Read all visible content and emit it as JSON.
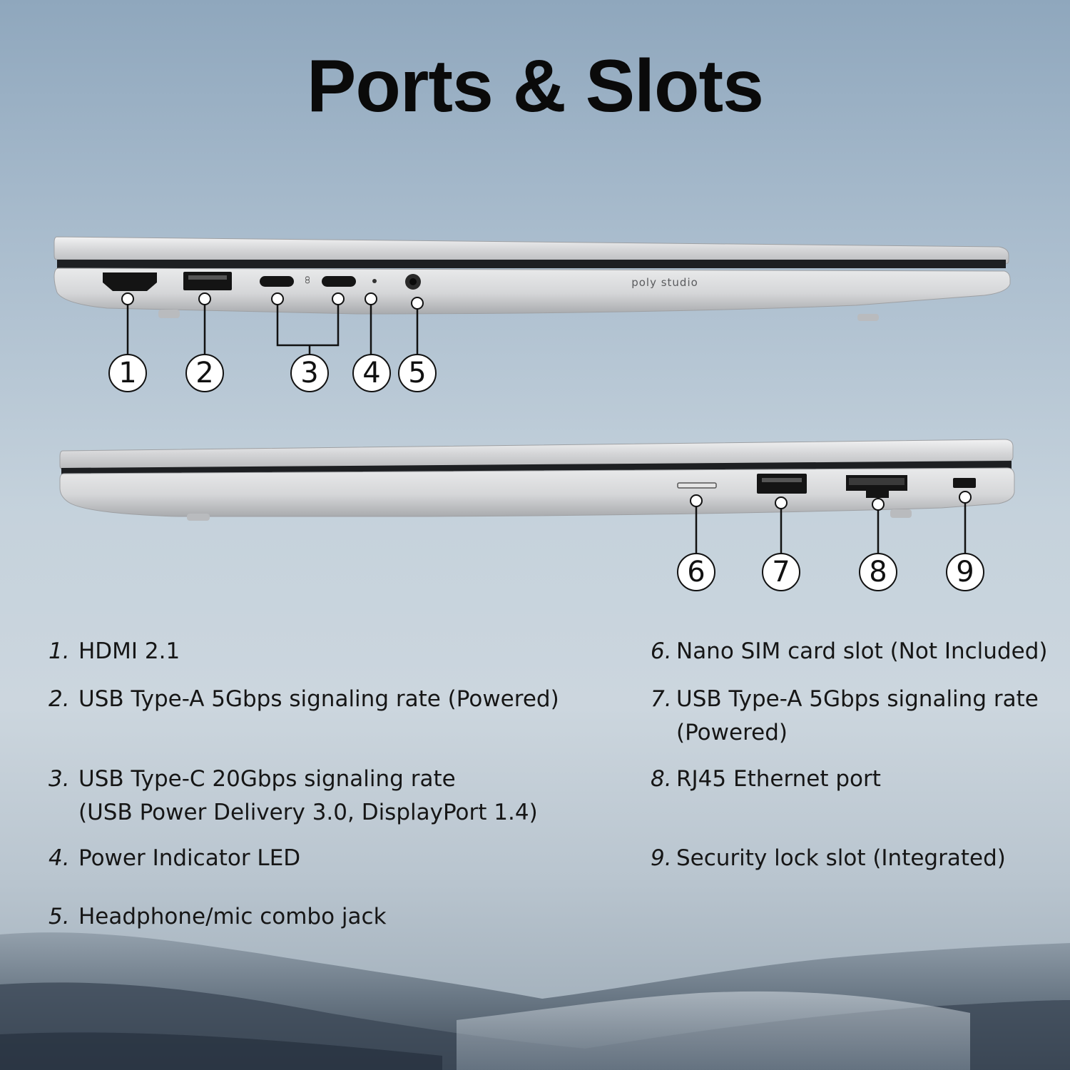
{
  "title": "Ports & Slots",
  "brand_marking": "poly studio",
  "callouts": [
    "1",
    "2",
    "3",
    "4",
    "5",
    "6",
    "7",
    "8",
    "9"
  ],
  "legend": [
    {
      "num": "1.",
      "lines": [
        "HDMI 2.1"
      ]
    },
    {
      "num": "2.",
      "lines": [
        "USB Type-A 5Gbps signaling rate (Powered)"
      ]
    },
    {
      "num": "3.",
      "lines": [
        "USB Type-C 20Gbps signaling rate",
        "(USB Power Delivery 3.0, DisplayPort 1.4)"
      ]
    },
    {
      "num": "4.",
      "lines": [
        "Power Indicator LED"
      ]
    },
    {
      "num": "5.",
      "lines": [
        "Headphone/mic combo jack"
      ]
    },
    {
      "num": "6.",
      "lines": [
        "Nano SIM card slot (Not Included)"
      ]
    },
    {
      "num": "7.",
      "lines": [
        "USB Type-A 5Gbps signaling rate",
        "(Powered)"
      ]
    },
    {
      "num": "8.",
      "lines": [
        "RJ45 Ethernet port"
      ]
    },
    {
      "num": "9.",
      "lines": [
        "Security lock slot (Integrated)"
      ]
    }
  ],
  "colors": {
    "sky_top": "#8fa7bd",
    "sky_mid": "#c5d2dc",
    "laptop_silver": "#d4d5d7",
    "title_text": "#0a0a0a",
    "badge_fill": "#ffffff"
  }
}
